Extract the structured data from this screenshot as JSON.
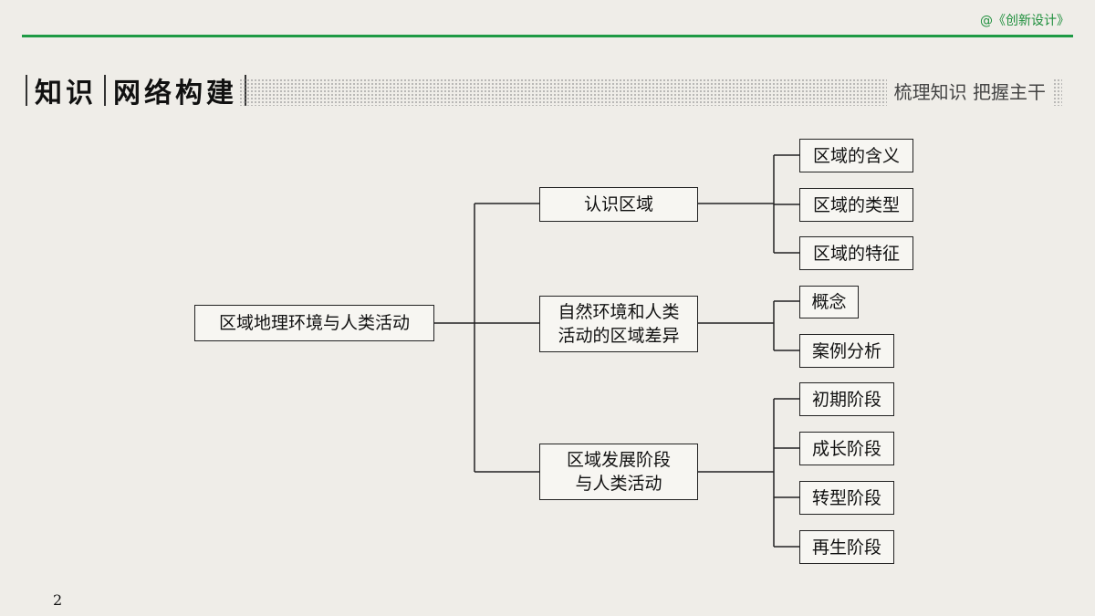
{
  "header": {
    "brand": "@《创新设计》",
    "title_part1": "知识",
    "title_part2": "网络构建",
    "subtitle": "梳理知识 把握主干"
  },
  "diagram": {
    "root": "区域地理环境与人类活动",
    "branches": [
      {
        "label": "认识区域",
        "children": [
          "区域的含义",
          "区域的类型",
          "区域的特征"
        ]
      },
      {
        "label": "自然环境和人类\n活动的区域差异",
        "children": [
          "概念",
          "案例分析"
        ]
      },
      {
        "label": "区域发展阶段\n与人类活动",
        "children": [
          "初期阶段",
          "成长阶段",
          "转型阶段",
          "再生阶段"
        ]
      }
    ]
  },
  "footer": {
    "page_number": "2"
  }
}
